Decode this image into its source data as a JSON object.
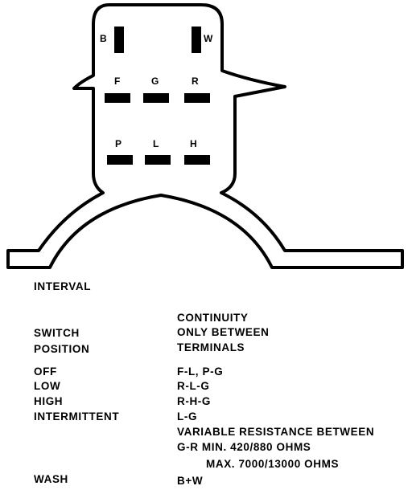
{
  "terminals": {
    "B": "B",
    "W": "W",
    "F": "F",
    "G": "G",
    "R": "R",
    "P": "P",
    "L": "L",
    "H": "H"
  },
  "table": {
    "title": "INTERVAL",
    "header_left": [
      "SWITCH",
      "POSITION"
    ],
    "header_right": [
      "CONTINUITY",
      "ONLY BETWEEN",
      "TERMINALS"
    ],
    "rows": [
      {
        "position": "OFF",
        "continuity": "F-L, P-G"
      },
      {
        "position": "LOW",
        "continuity": "R-L-G"
      },
      {
        "position": "HIGH",
        "continuity": "R-H-G"
      },
      {
        "position": "INTERMITTENT",
        "continuity": "L-G"
      }
    ],
    "note_lines": [
      "VARIABLE RESISTANCE BETWEEN",
      "G-R MIN. 420/880 OHMS",
      "MAX. 7000/13000 OHMS"
    ],
    "wash": {
      "position": "WASH",
      "continuity": "B+W"
    }
  },
  "colors": {
    "ink": "#000000",
    "paper": "#ffffff"
  }
}
